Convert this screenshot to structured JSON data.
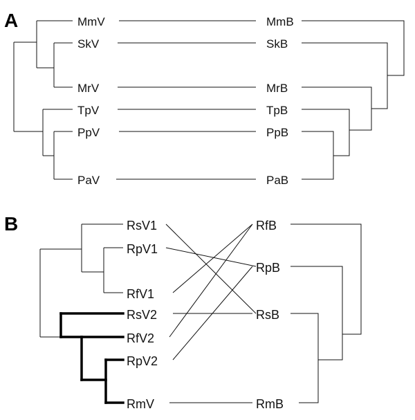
{
  "panel_a": {
    "letter": "A",
    "host_tree": [
      "MmV",
      "SkV",
      "MrV",
      "TpV",
      "PpV",
      "PaV"
    ],
    "parasite_tree": [
      "MmB",
      "SkB",
      "MrB",
      "TpB",
      "PpB",
      "PaB"
    ]
  },
  "panel_b": {
    "letter": "B",
    "host_tree": [
      "RsV1",
      "RpV1",
      "RfV1",
      "RsV2",
      "RfV2",
      "RpV2",
      "RmV"
    ],
    "parasite_tree": [
      "RfB",
      "RpB",
      "RsB",
      "RmB"
    ],
    "highlighted_clade": [
      "RsV2",
      "RfV2",
      "RpV2",
      "RmV"
    ]
  },
  "colors": {
    "ink": "#111111",
    "background": "#ffffff"
  }
}
